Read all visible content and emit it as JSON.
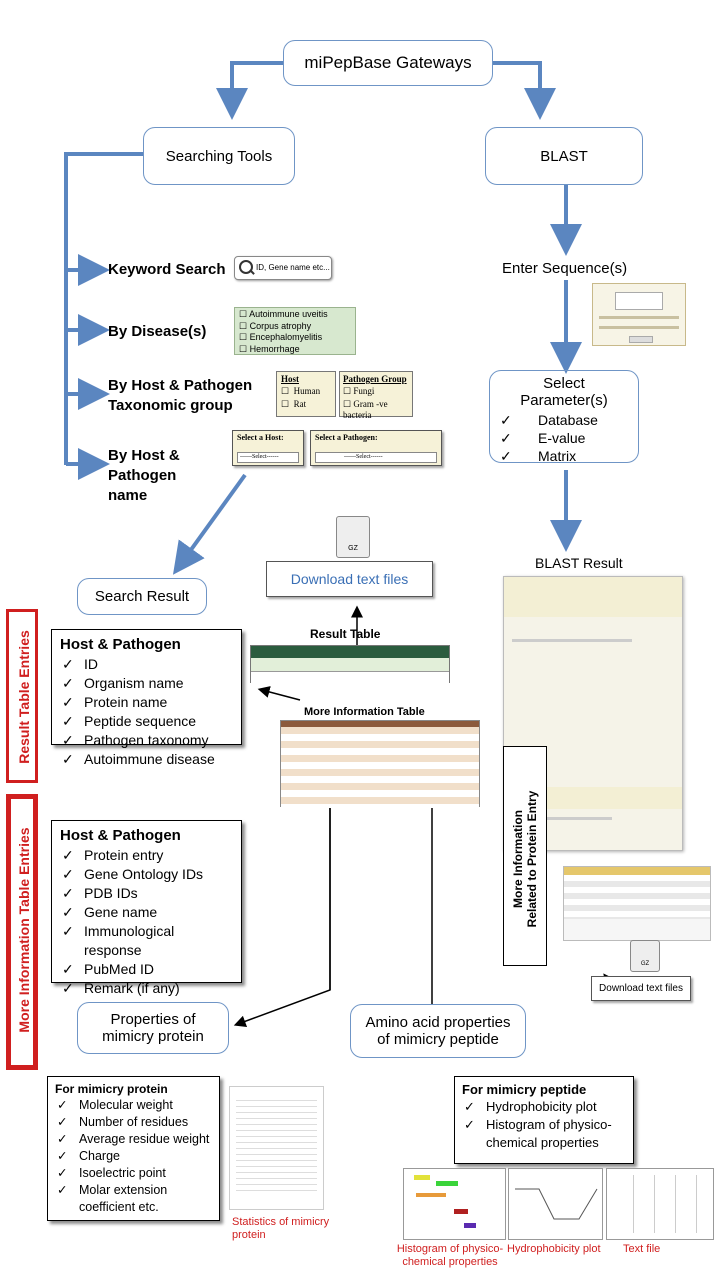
{
  "gateway": {
    "title": "miPepBase Gateways"
  },
  "searching_tools": {
    "label": "Searching Tools"
  },
  "blast": {
    "label": "BLAST",
    "enter_sequence": "Enter Sequence(s)",
    "select_parameter": {
      "title": "Select Parameter(s)",
      "items": [
        "Database",
        "E-value",
        "Matrix"
      ]
    },
    "result_label": "BLAST Result",
    "more_info_label": "More Information Related to Protein Entry",
    "download_label": "Download text files"
  },
  "search_methods": {
    "keyword": {
      "label": "Keyword Search",
      "placeholder": "ID, Gene name etc..."
    },
    "disease": {
      "label": "By Disease(s)",
      "options": [
        "Autoimmune uveitis",
        "Corpus atrophy",
        "Encephalomyelitis",
        "Hemorrhage"
      ]
    },
    "taxonomic": {
      "label_line1": "By Host & Pathogen",
      "label_line2": "Taxonomic group",
      "host_title": "Host",
      "host_options": [
        "Human",
        "Rat"
      ],
      "pathogen_title": "Pathogen Group",
      "pathogen_options": [
        "Fungi",
        "Gram -ve bacteria"
      ]
    },
    "name": {
      "label_line1": "By Host &",
      "label_line2": "Pathogen",
      "label_line3": "name",
      "select_host": "Select a Host:",
      "select_pathogen": "Select a Pathogen:",
      "select_value": "------Select------"
    }
  },
  "search_result": {
    "label": "Search Result"
  },
  "download": {
    "label": "Download text files",
    "gz_label": "GZ"
  },
  "result_table": {
    "title": "Result Table",
    "side_label": "Result Table Entries",
    "box_title": "Host & Pathogen",
    "items": [
      "ID",
      "Organism name",
      "Protein name",
      "Peptide sequence",
      "Pathogen taxonomy",
      "Autoimmune disease"
    ]
  },
  "more_info_table": {
    "title": "More Information Table",
    "side_label": "More Information Table Entries",
    "box_title": "Host & Pathogen",
    "items": [
      "Protein entry",
      "Gene Ontology IDs",
      "PDB IDs",
      "Gene name",
      "Immunological response",
      "PubMed ID",
      "Remark (if any)"
    ]
  },
  "properties_protein": {
    "label_line1": "Properties of",
    "label_line2": "mimicry protein"
  },
  "amino_acid": {
    "label_line1": "Amino acid properties",
    "label_line2": "of mimicry peptide"
  },
  "mimicry_protein": {
    "title": "For mimicry protein",
    "items": [
      "Molecular weight",
      "Number of residues",
      " Average residue weight",
      "Charge",
      "Isoelectric point",
      "Molar extension"
    ],
    "items_extra": "coefficient etc.",
    "stats_caption_line1": "Statistics  of mimicry",
    "stats_caption_line2": "protein"
  },
  "mimicry_peptide": {
    "title": "For mimicry peptide",
    "items": [
      "Hydrophobicity plot",
      "Histogram of physico-"
    ],
    "items_extra": "chemical properties",
    "captions": {
      "histogram_line1": "Histogram of physico-",
      "histogram_line2": "chemical properties",
      "hydrophobicity": "Hydrophobicity plot",
      "text_file": "Text file"
    }
  },
  "colors": {
    "arrow": "#5b86c0",
    "box_border": "#6f95c6",
    "red": "#d01f1f"
  }
}
